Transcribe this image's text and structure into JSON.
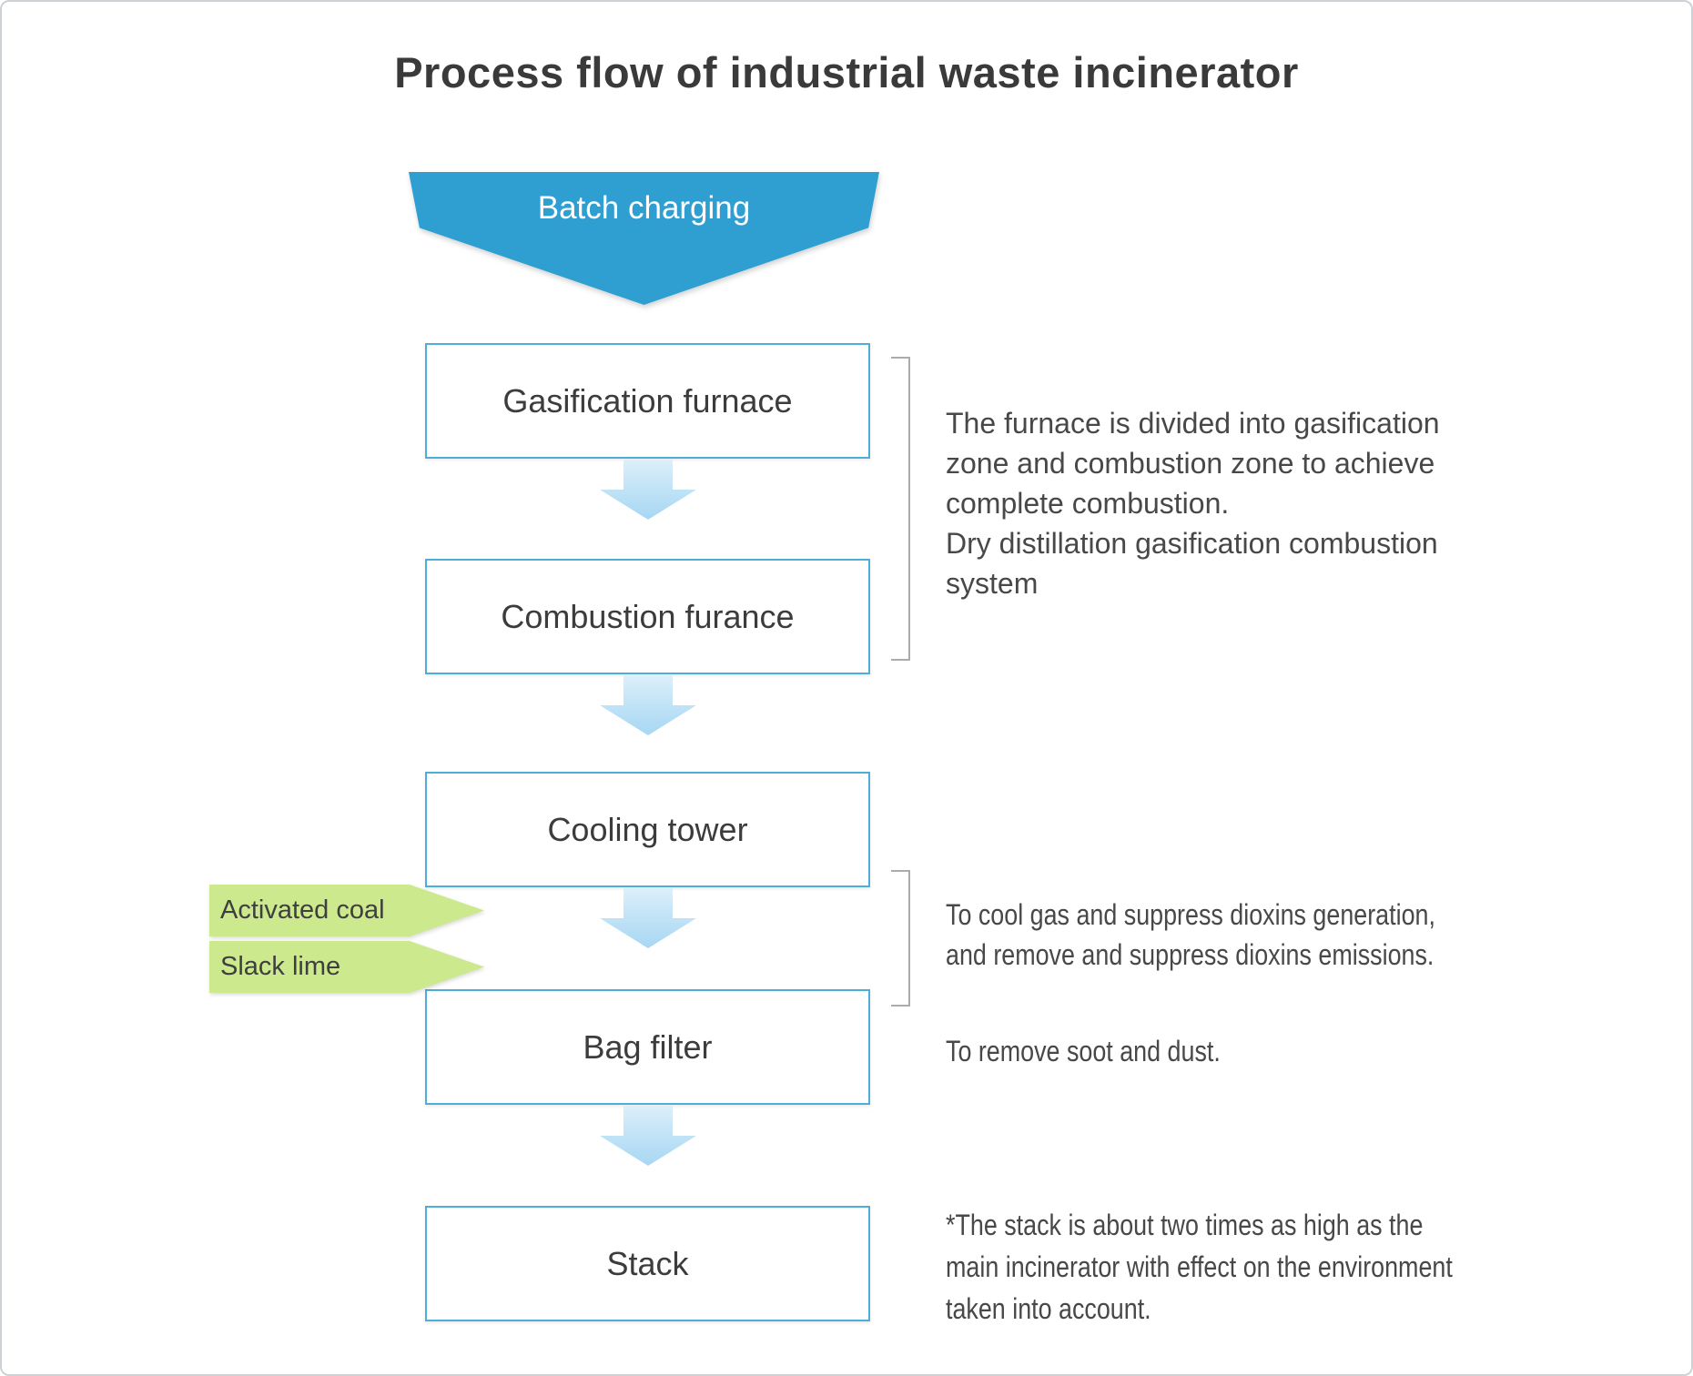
{
  "title": "Process flow of industrial waste incinerator",
  "banner": {
    "label": "Batch charging"
  },
  "flow": {
    "boxes": [
      {
        "label": "Gasification furnace"
      },
      {
        "label": "Combustion furance"
      },
      {
        "label": "Cooling tower"
      },
      {
        "label": "Bag filter"
      },
      {
        "label": "Stack"
      }
    ]
  },
  "inputs": [
    {
      "label": "Activated coal"
    },
    {
      "label": "Slack lime"
    }
  ],
  "annotations": [
    {
      "text": "The furnace is divided into gasification\nzone and combustion zone to achieve\ncomplete combustion.\nDry distillation gasification combustion\nsystem"
    },
    {
      "text": "To cool gas and suppress dioxins generation,\nand remove and suppress dioxins emissions."
    },
    {
      "text": "To remove soot and dust."
    },
    {
      "text": "*The stack is about two times as high as the\nmain incinerator with effect on the environment\ntaken into account."
    }
  ],
  "colors": {
    "banner_blue": "#2f9fd2",
    "box_border_blue": "#4fadda",
    "arrow_gradient_top": "#ddeffa",
    "arrow_gradient_bottom": "#a7d7f3",
    "input_arrow_green": "#cce98d",
    "bracket_gray": "#ababab",
    "title_text": "#3a3a3a",
    "body_text": "#484848"
  }
}
